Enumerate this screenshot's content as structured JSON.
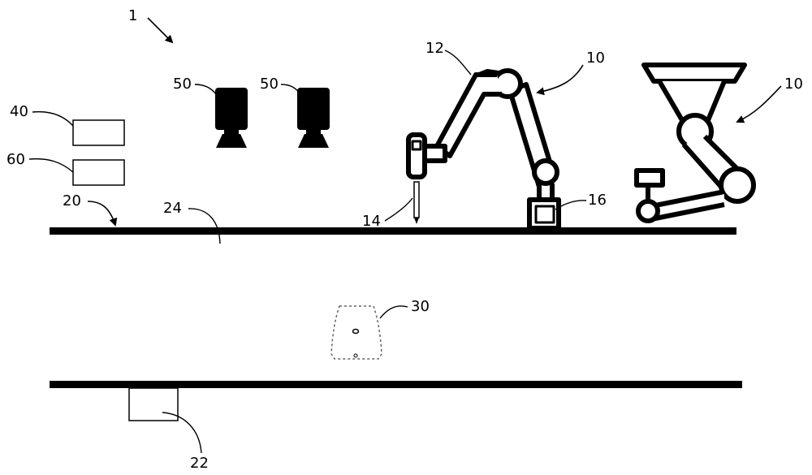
{
  "labels": {
    "system": "1",
    "robot_a": "10",
    "robot_b": "10",
    "arm_link": "12",
    "tool": "14",
    "base": "16",
    "conveyor": "20",
    "box_under": "22",
    "surface": "24",
    "object": "30",
    "box_top": "40",
    "camera_left": "50",
    "camera_right": "50",
    "box_bottom": "60"
  }
}
